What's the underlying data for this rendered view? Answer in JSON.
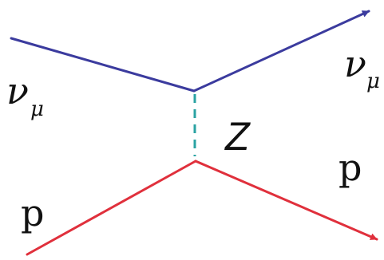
{
  "labels": {
    "incoming_neutrino": "ν",
    "incoming_neutrino_subscript": "μ",
    "outgoing_neutrino": "ν",
    "outgoing_neutrino_subscript": "μ",
    "boson": "Z",
    "incoming_proton": "p",
    "outgoing_proton": "p"
  },
  "colors": {
    "neutrino_line": "#3b3b9e",
    "proton_line": "#e0303c",
    "boson_line": "#2aa3a3",
    "text": "#111111"
  }
}
